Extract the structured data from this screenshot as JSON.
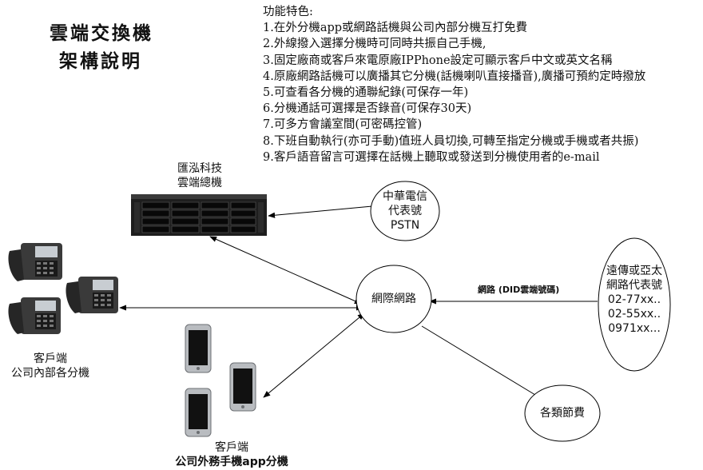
{
  "title": {
    "line1": "雲端交換機",
    "line2": "架構說明"
  },
  "features": {
    "heading": "功能特色:",
    "items": [
      "1.在外分機app或網路話機與公司內部分機互打免費",
      "2.外線撥入選擇分機時可同時共振自己手機,",
      "3.固定廠商或客戶來電原廠IPPhone設定可顯示客戶中文或英文名稱",
      "4.原廠網路話機可以廣播其它分機(話機喇叭直接播音),廣播可預約定時撥放",
      "5.可查看各分機的通聯紀錄(可保存一年)",
      "6.分機通話可選擇是否錄音(可保存30天)",
      "7.可多方會議室間(可密碼控管)",
      "8.下班自動執行(亦可手動)值班人員切換,可轉至指定分機或手機或者共振)",
      "9.客戶語音留言可選擇在話機上聽取或發送到分機使用者的e-mail"
    ]
  },
  "server": {
    "line1": "匯泓科技",
    "line2": "雲端總機"
  },
  "pstn": {
    "line1": "中華電信",
    "line2": "代表號",
    "line3": "PSTN"
  },
  "internet": {
    "label": "網際網路"
  },
  "carriers": {
    "line1": "遠傳或亞太",
    "line2": "網路代表號",
    "line3": "02-77xx..",
    "line4": "02-55xx..",
    "line5": "0971xx..."
  },
  "did_label": "網路 (DID雲端號碼)",
  "billing": {
    "label": "各類節費"
  },
  "desk_phones": {
    "line1": "客戶端",
    "line2": "公司內部各分機"
  },
  "mobile": {
    "line1": "客戶端",
    "line2": "公司外務手機app分機"
  }
}
